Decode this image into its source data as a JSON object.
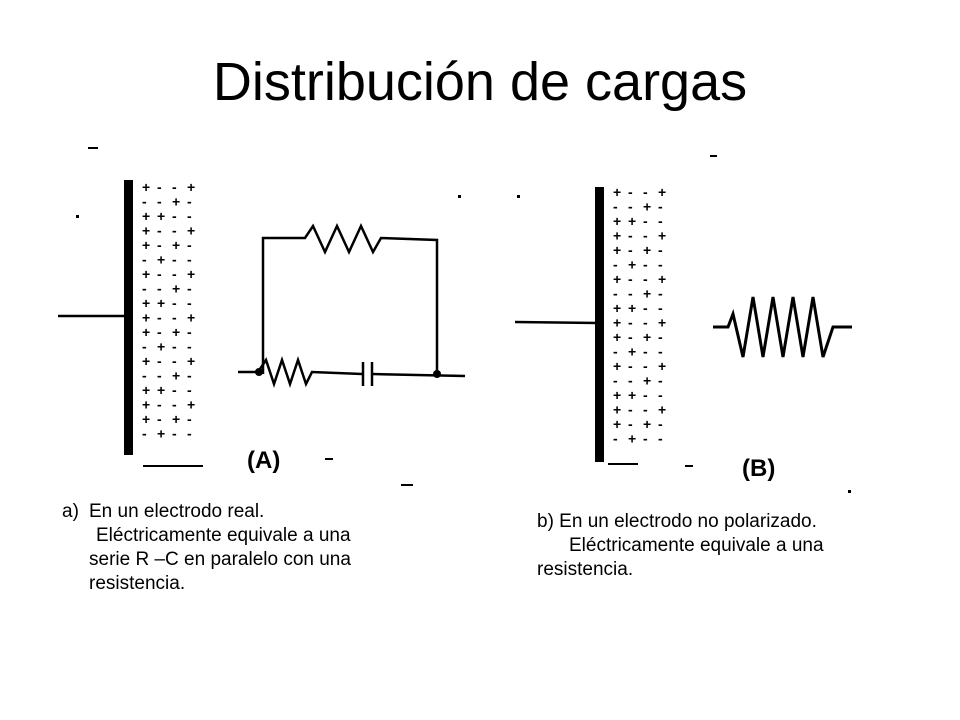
{
  "title": "Distribución de cargas",
  "figure_a": {
    "label": "(A)",
    "caption": {
      "marker": "a)",
      "line1": "En un electrodo real.",
      "line2": "Eléctricamente equivale a una",
      "line3": "serie R –C en paralelo con una",
      "line4": "resistencia."
    }
  },
  "figure_b": {
    "label": "(B)",
    "caption": {
      "line1": "b) En un electrodo no polarizado.",
      "line2": "Eléctricamente equivale a una",
      "line3": "resistencia."
    }
  },
  "charge_symbols": {
    "positive": "+",
    "negative": "-"
  },
  "colors": {
    "ink": "#000000",
    "background": "#ffffff"
  }
}
